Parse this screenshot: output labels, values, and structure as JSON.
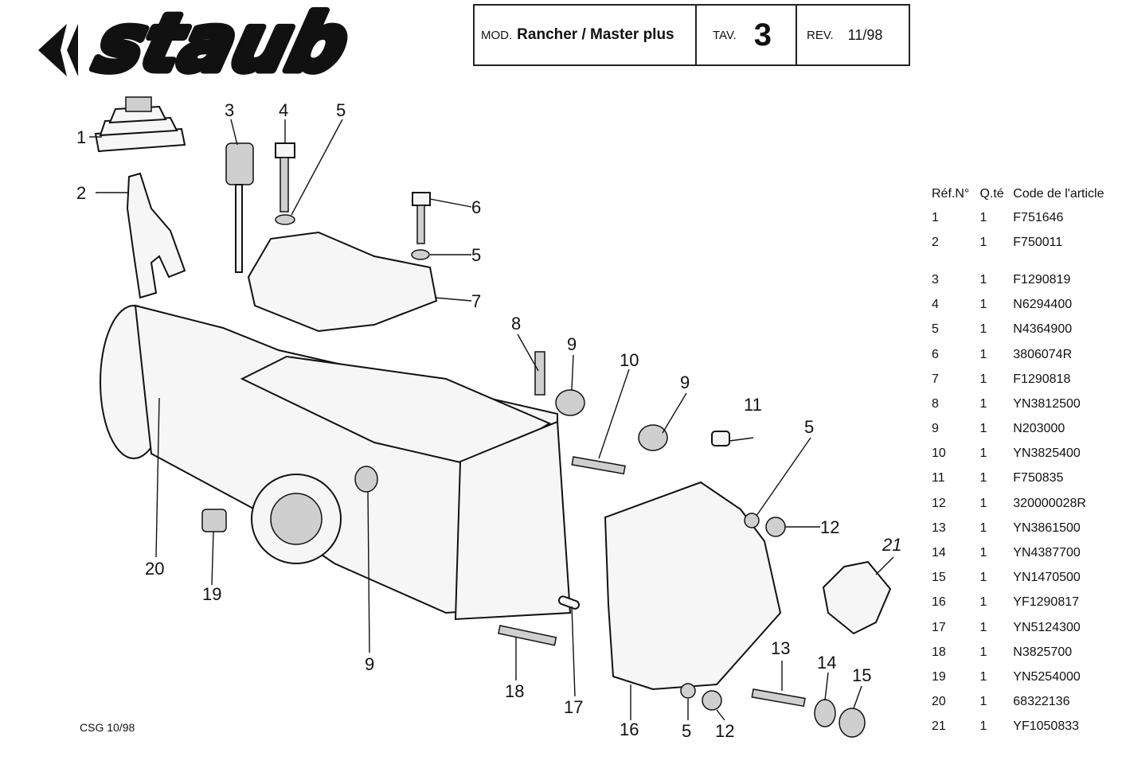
{
  "header": {
    "mod_label": "MOD.",
    "model": "Rancher / Master plus",
    "tav_label": "TAV.",
    "tav_number": "3",
    "rev_label": "REV.",
    "rev_value": "11/98"
  },
  "logo": {
    "text": "staub"
  },
  "footer": {
    "code": "CSG 10/98"
  },
  "diagram": {
    "callouts": [
      "1",
      "2",
      "3",
      "4",
      "5",
      "6",
      "5",
      "7",
      "8",
      "9",
      "10",
      "9",
      "11",
      "5",
      "12",
      "20",
      "19",
      "9",
      "18",
      "17",
      "16",
      "5",
      "12",
      "13",
      "14",
      "15",
      "21"
    ]
  },
  "parts_table": {
    "headers": [
      "Réf.N°",
      "Q.té",
      "Code de l'article"
    ],
    "rows": [
      {
        "ref": "1",
        "qty": "1",
        "code": "F751646"
      },
      {
        "ref": "2",
        "qty": "1",
        "code": "F750011"
      },
      {
        "ref": "3",
        "qty": "1",
        "code": "F1290819"
      },
      {
        "ref": "4",
        "qty": "1",
        "code": "N6294400"
      },
      {
        "ref": "5",
        "qty": "1",
        "code": "N4364900"
      },
      {
        "ref": "6",
        "qty": "1",
        "code": "3806074R"
      },
      {
        "ref": "7",
        "qty": "1",
        "code": "F1290818"
      },
      {
        "ref": "8",
        "qty": "1",
        "code": "YN3812500"
      },
      {
        "ref": "9",
        "qty": "1",
        "code": "N203000"
      },
      {
        "ref": "10",
        "qty": "1",
        "code": "YN3825400"
      },
      {
        "ref": "11",
        "qty": "1",
        "code": "F750835"
      },
      {
        "ref": "12",
        "qty": "1",
        "code": "320000028R"
      },
      {
        "ref": "13",
        "qty": "1",
        "code": "YN3861500"
      },
      {
        "ref": "14",
        "qty": "1",
        "code": "YN4387700"
      },
      {
        "ref": "15",
        "qty": "1",
        "code": "YN1470500"
      },
      {
        "ref": "16",
        "qty": "1",
        "code": "YF1290817"
      },
      {
        "ref": "17",
        "qty": "1",
        "code": "YN5124300"
      },
      {
        "ref": "18",
        "qty": "1",
        "code": "N3825700"
      },
      {
        "ref": "19",
        "qty": "1",
        "code": "YN5254000"
      },
      {
        "ref": "20",
        "qty": "1",
        "code": "68322136"
      },
      {
        "ref": "21",
        "qty": "1",
        "code": "YF1050833"
      }
    ]
  }
}
